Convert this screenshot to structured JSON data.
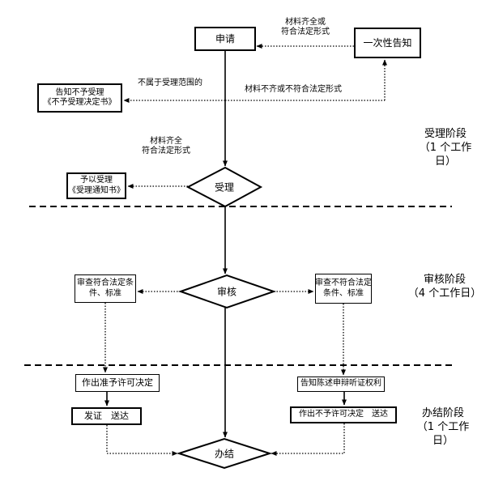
{
  "page": {
    "background_color": "#ffffff",
    "line_color": "#000000"
  },
  "flowchart": {
    "nodes": {
      "apply": {
        "label": "申请"
      },
      "one_time_notice": {
        "label": "一次性告知"
      },
      "reject_notice": {
        "line1": "告知不予受理",
        "line2": "《不予受理决定书》"
      },
      "grant_accept": {
        "line1": "予以受理",
        "line2": "《受理通知书》"
      },
      "accept": {
        "label": "受理"
      },
      "review": {
        "label": "审核"
      },
      "review_pass": {
        "line1": "审查符合法定条",
        "line2": "件、标准"
      },
      "review_fail": {
        "line1": "审查不符合法定",
        "line2": "条件、标准"
      },
      "grant_decision": {
        "label": "作出准予许可决定"
      },
      "issue_deliver": {
        "label": "发证　送达"
      },
      "notify_rights": {
        "label": "告知陈述申辩听证权利"
      },
      "deny_decision": {
        "label": "作出不予许可决定　送达"
      },
      "complete": {
        "label": "办结"
      }
    },
    "edge_labels": {
      "complete_or_legal": {
        "line1": "材料齐全或",
        "line2": "符合法定形式"
      },
      "not_in_scope": "不属于受理范围的",
      "incomplete_or_illegal": "材料不齐或不符合法定形式",
      "complete_legal": {
        "line1": "材料齐全",
        "line2": "符合法定形式"
      }
    },
    "stages": {
      "acceptance": {
        "line1": "受理阶段",
        "line2": "（1 个工作",
        "line3": "日）"
      },
      "review": {
        "line1": "审核阶段",
        "line2": "（4 个工作日）"
      },
      "completion": {
        "line1": "办结阶段",
        "line2": "（1 个工作",
        "line3": "日）"
      }
    }
  }
}
